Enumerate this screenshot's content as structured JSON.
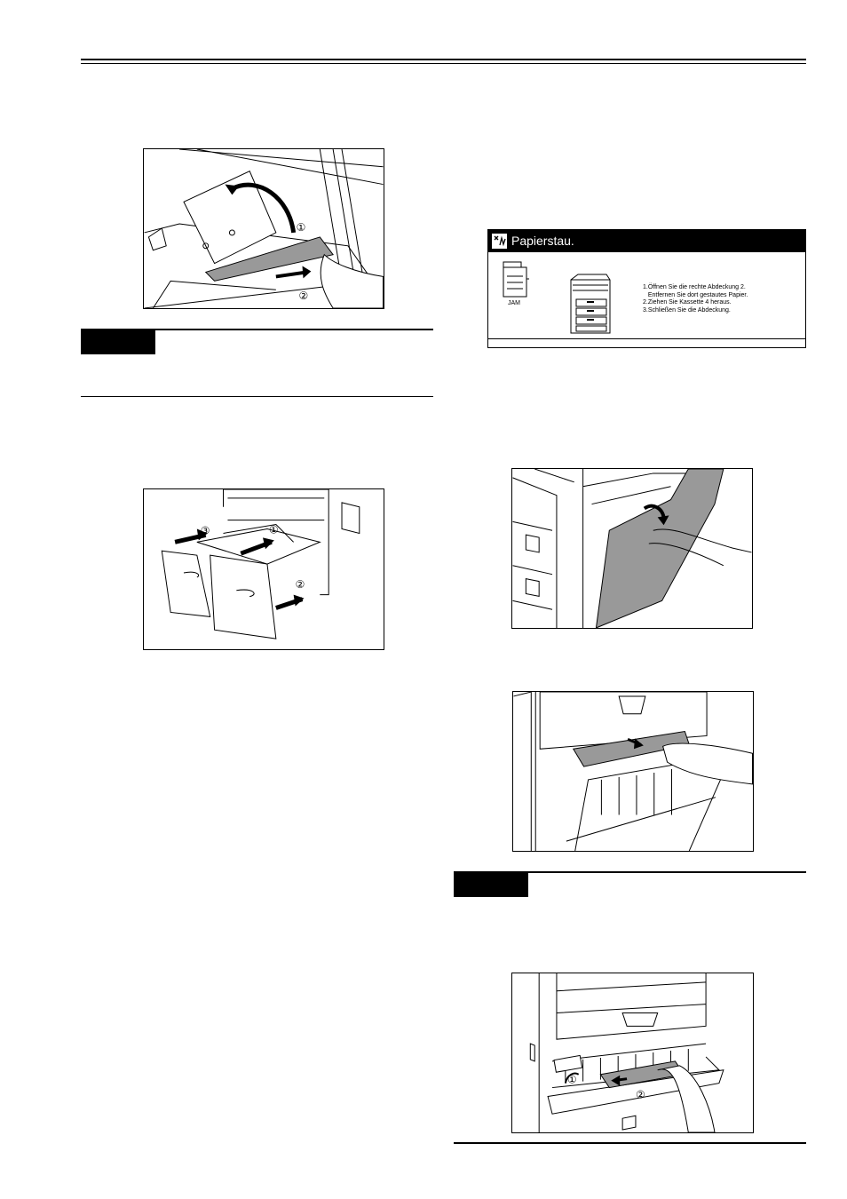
{
  "panel": {
    "title": "Papierstau.",
    "machine_label": "JAM",
    "icon": "jam-warning-icon",
    "instructions": [
      "1.Öffnen Sie die rechte Abdeckung 2.",
      "   Entfernen Sie dort gestautes Papier.",
      "2.Ziehen Sie Kassette 4 heraus.",
      "3.Schließen Sie die Abdeckung."
    ]
  },
  "figures": {
    "fig1": {
      "callouts": [
        "①",
        "②"
      ]
    },
    "fig2": {
      "callouts": [
        "①",
        "②",
        "③"
      ]
    },
    "fig5": {
      "callouts": [
        "①",
        "②"
      ]
    }
  }
}
